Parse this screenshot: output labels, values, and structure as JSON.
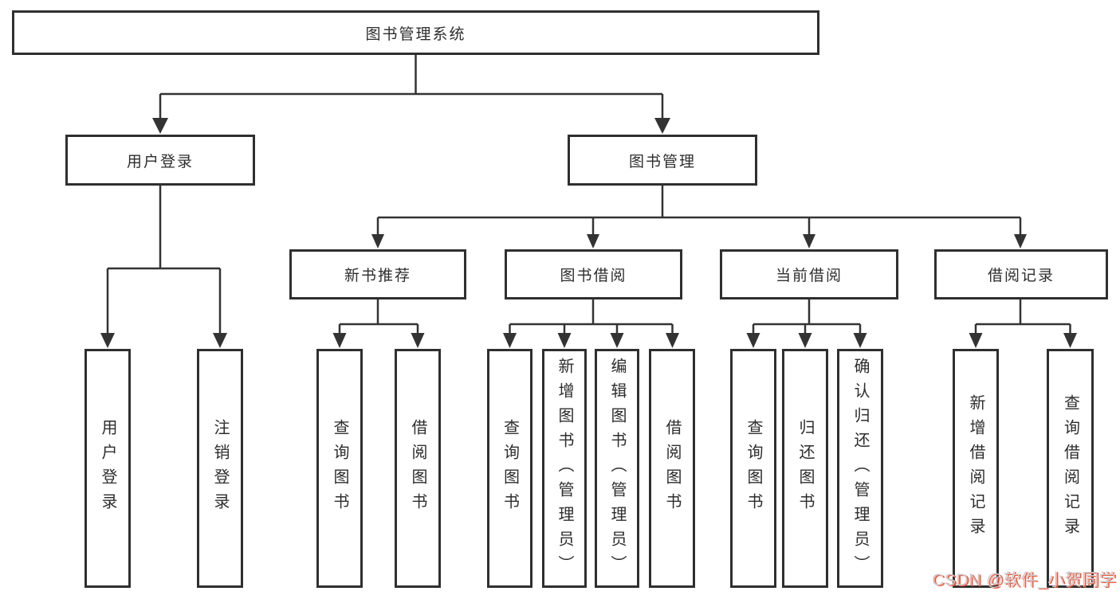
{
  "diagram": {
    "title": "图书管理系统",
    "nodes": {
      "root": {
        "label": "图书管理系统"
      },
      "user_login": {
        "label": "用户登录"
      },
      "book_mgmt": {
        "label": "图书管理"
      },
      "new_book": {
        "label": "新书推荐"
      },
      "book_borrow": {
        "label": "图书借阅"
      },
      "current_borrow": {
        "label": "当前借阅"
      },
      "borrow_records": {
        "label": "借阅记录"
      },
      "leaf_user_login": {
        "label": "用户登录"
      },
      "leaf_logout": {
        "label": "注销登录"
      },
      "leaf_nb_query": {
        "label": "查询图书"
      },
      "leaf_nb_borrow": {
        "label": "借阅图书"
      },
      "leaf_bb_query": {
        "label": "查询图书"
      },
      "leaf_bb_add": {
        "label": "新增图书（管理员）"
      },
      "leaf_bb_edit": {
        "label": "编辑图书（管理员）"
      },
      "leaf_bb_borrow": {
        "label": "借阅图书"
      },
      "leaf_cb_query": {
        "label": "查询图书"
      },
      "leaf_cb_return": {
        "label": "归还图书"
      },
      "leaf_cb_confirm": {
        "label": "确认归还（管理员）"
      },
      "leaf_br_add": {
        "label": "新增借阅记录"
      },
      "leaf_br_query": {
        "label": "查询借阅记录"
      }
    }
  },
  "watermark": {
    "text": "CSDN @软件_小贺同学"
  },
  "colors": {
    "line": "#333333",
    "border": "#2f2f2f",
    "text": "#2d2d2d",
    "background": "#ffffff",
    "watermark_gray": "#c6cad1",
    "watermark_red": "#fc5531"
  }
}
